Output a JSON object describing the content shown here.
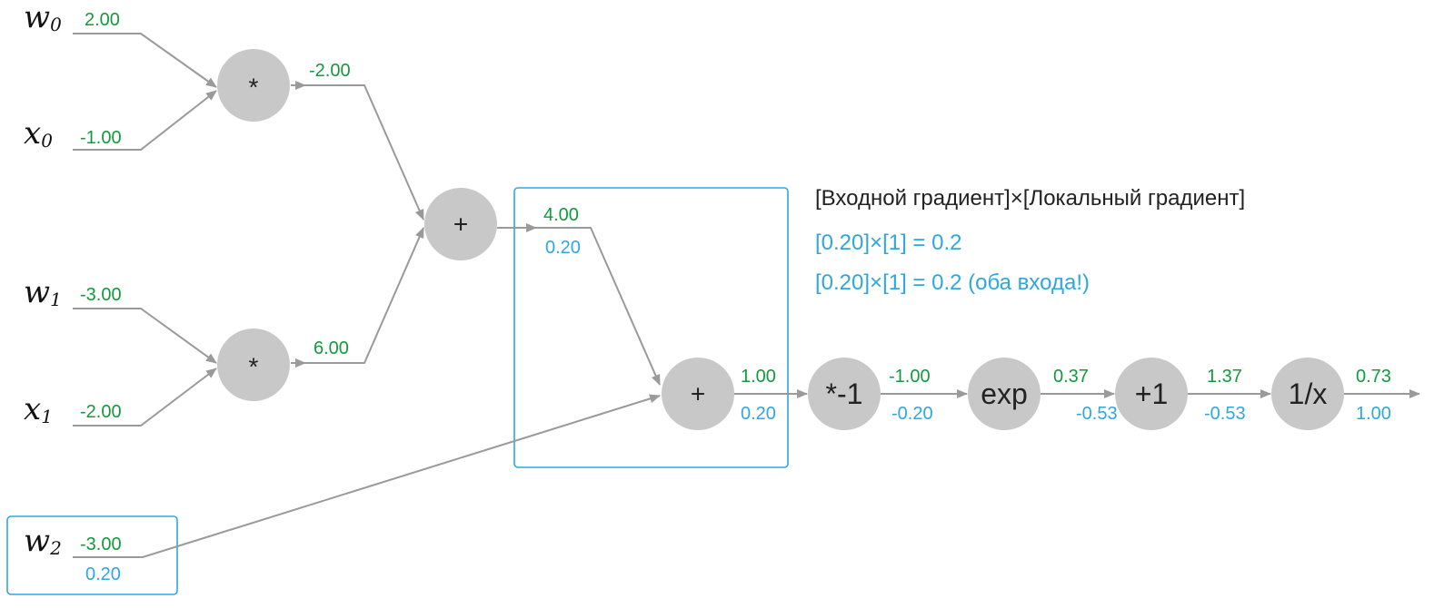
{
  "inputs": {
    "w0": {
      "name": "w",
      "sub": "0",
      "value": "2.00"
    },
    "x0": {
      "name": "x",
      "sub": "0",
      "value": "-1.00"
    },
    "w1": {
      "name": "w",
      "sub": "1",
      "value": "-3.00"
    },
    "x1": {
      "name": "x",
      "sub": "1",
      "value": "-2.00"
    },
    "w2": {
      "name": "w",
      "sub": "2",
      "value": "-3.00",
      "grad": "0.20"
    }
  },
  "nodes": {
    "mul1": {
      "op": "*",
      "out": "-2.00"
    },
    "mul2": {
      "op": "*",
      "out": "6.00"
    },
    "add1": {
      "op": "+",
      "out": "4.00",
      "grad": "0.20"
    },
    "add2": {
      "op": "+",
      "out": "1.00",
      "grad": "0.20"
    },
    "neg": {
      "op": "*-1",
      "out": "-1.00",
      "grad": "-0.20"
    },
    "exp": {
      "op": "exp",
      "out": "0.37",
      "grad": "-0.53"
    },
    "plus1": {
      "op": "+1",
      "out": "1.37",
      "grad": "-0.53"
    },
    "inv": {
      "op": "1/x",
      "out": "0.73",
      "grad": "1.00"
    }
  },
  "annotation": {
    "header": "[Входной градиент]×[Локальный градиент]",
    "line1": "[0.20]×[1] = 0.2",
    "line2": "[0.20]×[1] = 0.2 (оба входа!)"
  },
  "colors": {
    "value": "#129a3c",
    "gradient": "#2ea7e0",
    "node": "#c8c8c8",
    "edge": "#9a9a9a"
  }
}
